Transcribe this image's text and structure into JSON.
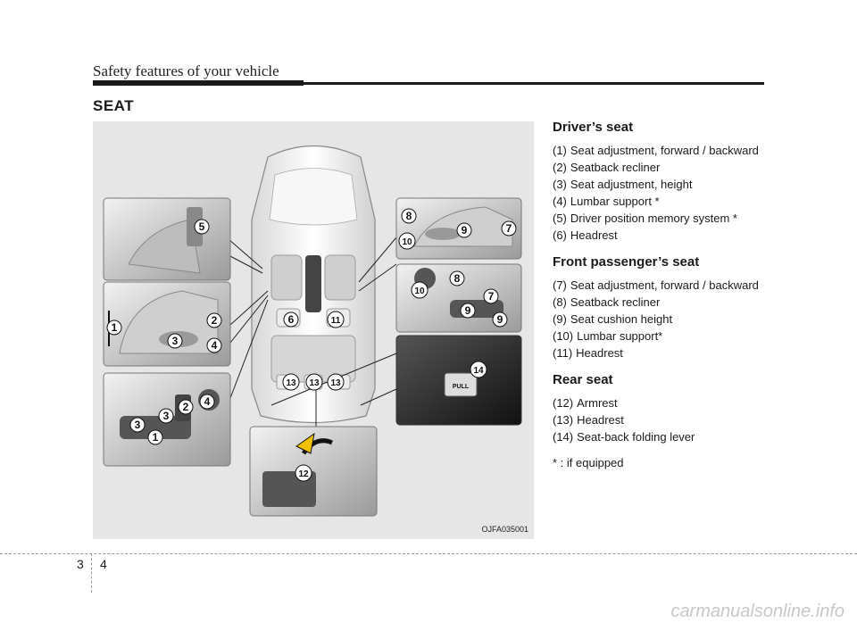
{
  "header": {
    "title": "Safety features of your vehicle"
  },
  "section": {
    "title": "SEAT"
  },
  "figure": {
    "code": "OJFA035001",
    "callouts": [
      "1",
      "2",
      "3",
      "4",
      "5",
      "6",
      "7",
      "8",
      "9",
      "10",
      "11",
      "12",
      "13",
      "14"
    ],
    "lever_label": "PULL"
  },
  "driver": {
    "heading": "Driver’s seat",
    "items": [
      {
        "num": "(1)",
        "text": "Seat adjustment, forward / backward"
      },
      {
        "num": "(2)",
        "text": "Seatback recliner"
      },
      {
        "num": "(3)",
        "text": "Seat adjustment, height"
      },
      {
        "num": "(4)",
        "text": "Lumbar support *"
      },
      {
        "num": "(5)",
        "text": "Driver position memory system *"
      },
      {
        "num": "(6)",
        "text": "Headrest"
      }
    ]
  },
  "passenger": {
    "heading": "Front passenger’s seat",
    "items": [
      {
        "num": "(7)",
        "text": "Seat adjustment, forward / backward"
      },
      {
        "num": "(8)",
        "text": "Seatback recliner"
      },
      {
        "num": "(9)",
        "text": "Seat cushion height"
      },
      {
        "num": "(10)",
        "text": "Lumbar support*"
      },
      {
        "num": "(11)",
        "text": "Headrest"
      }
    ]
  },
  "rear": {
    "heading": "Rear seat",
    "items": [
      {
        "num": "(12)",
        "text": "Armrest"
      },
      {
        "num": "(13)",
        "text": "Headrest"
      },
      {
        "num": "(14)",
        "text": "Seat-back folding lever"
      }
    ]
  },
  "footnote": "* : if equipped",
  "page": {
    "chapter": "3",
    "number": "4"
  },
  "watermark": "carmanualsonline.info"
}
